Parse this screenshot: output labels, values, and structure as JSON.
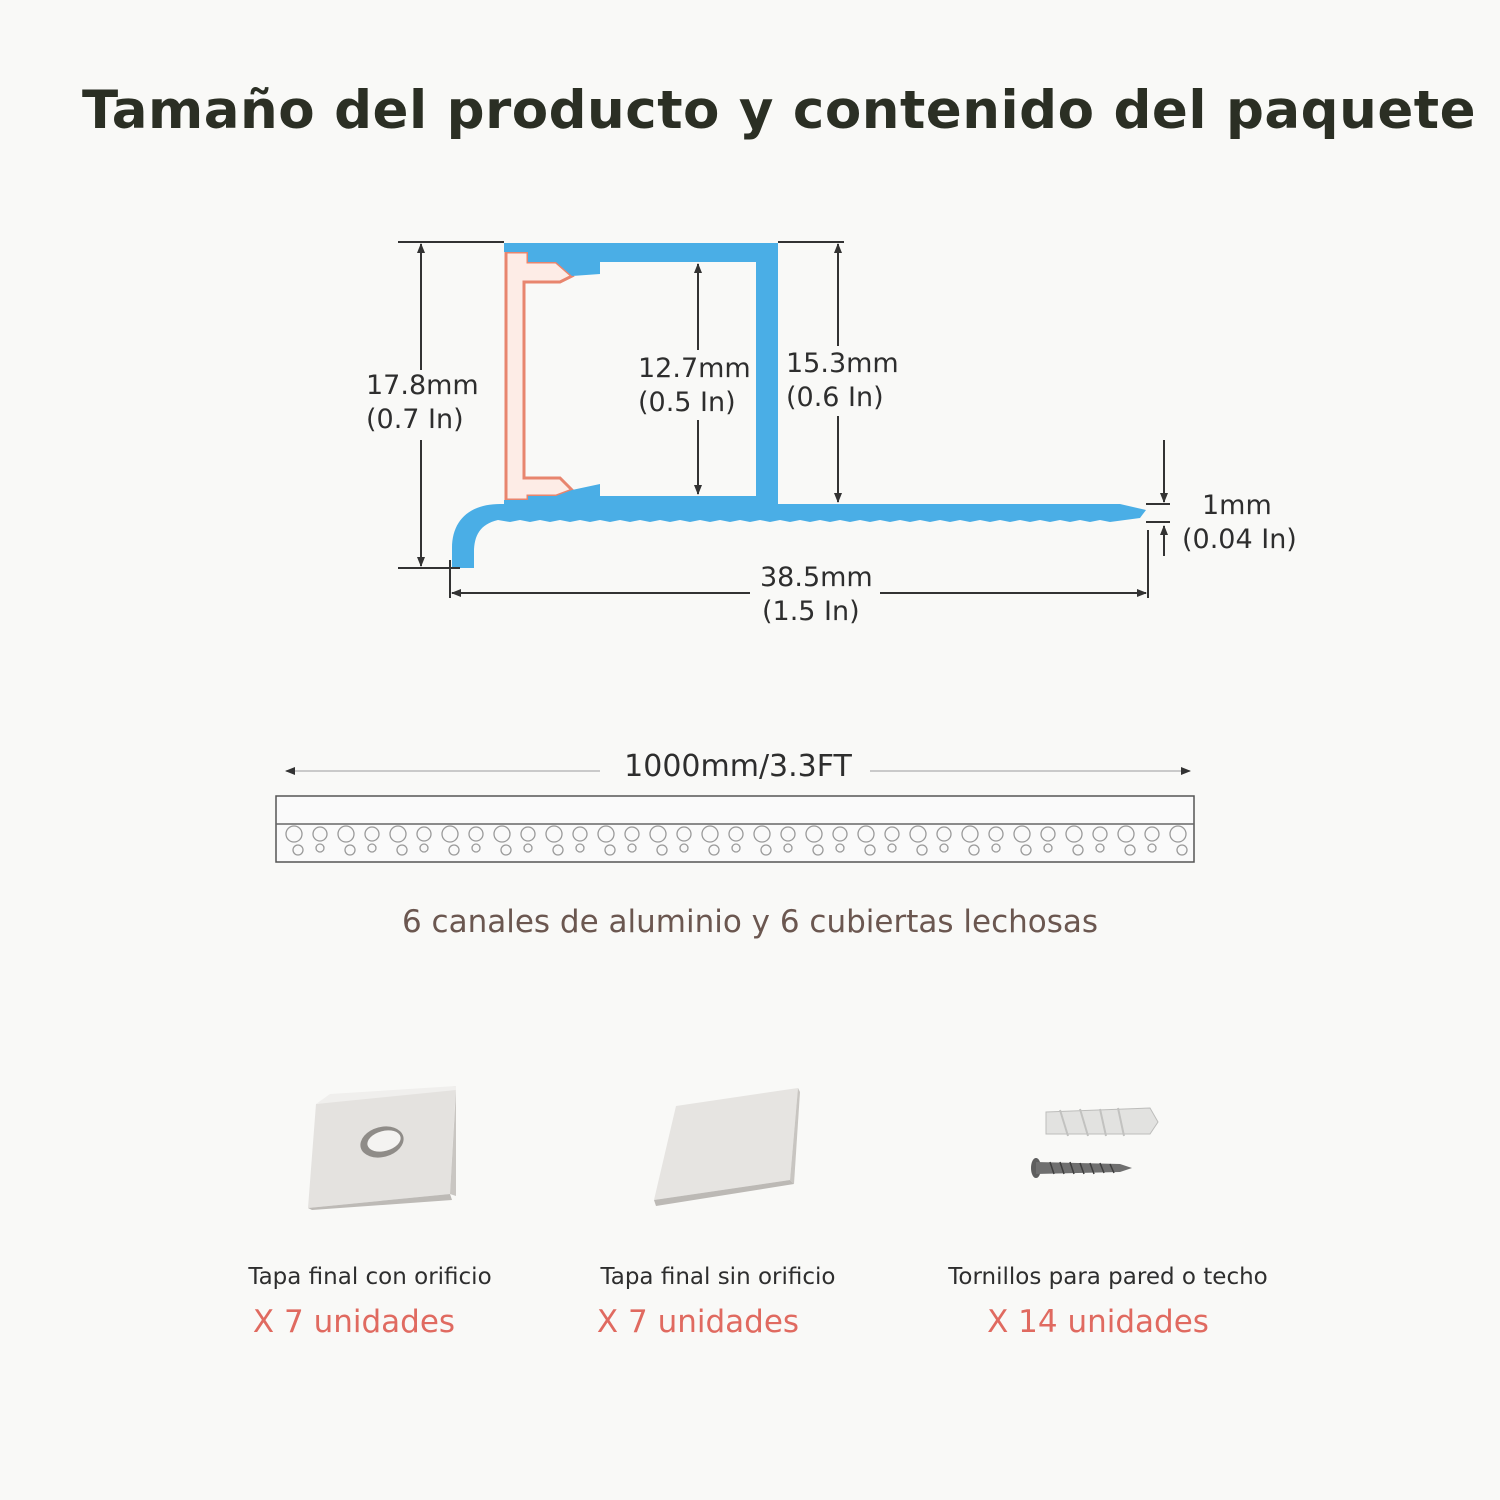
{
  "title": "Tamaño del producto y contenido del paquete",
  "profile_dimensions": {
    "total_height": {
      "mm": "17.8mm",
      "in": "(0.7 In)"
    },
    "inner_height": {
      "mm": "12.7mm",
      "in": "(0.5 In)"
    },
    "wall_height": {
      "mm": "15.3mm",
      "in": "(0.6 In)"
    },
    "thickness": {
      "mm": "1mm",
      "in": "(0.04 In)"
    },
    "width": {
      "mm": "38.5mm",
      "in": "(1.5 In)"
    }
  },
  "channel_length": "1000mm/3.3FT",
  "caption": "6 canales de aluminio y 6 cubiertas lechosas",
  "items": [
    {
      "label": "Tapa final con orificio",
      "quantity": "X 7 unidades"
    },
    {
      "label": "Tapa final sin orificio",
      "quantity": "X 7 unidades"
    },
    {
      "label": "Tornillos para pared o techo",
      "quantity": "X 14 unidades"
    }
  ],
  "colors": {
    "profile": "#4aaee6",
    "cover": "#e8856e",
    "title": "#2b2f24",
    "quantity": "#e06a60",
    "caption": "#6b5750"
  }
}
